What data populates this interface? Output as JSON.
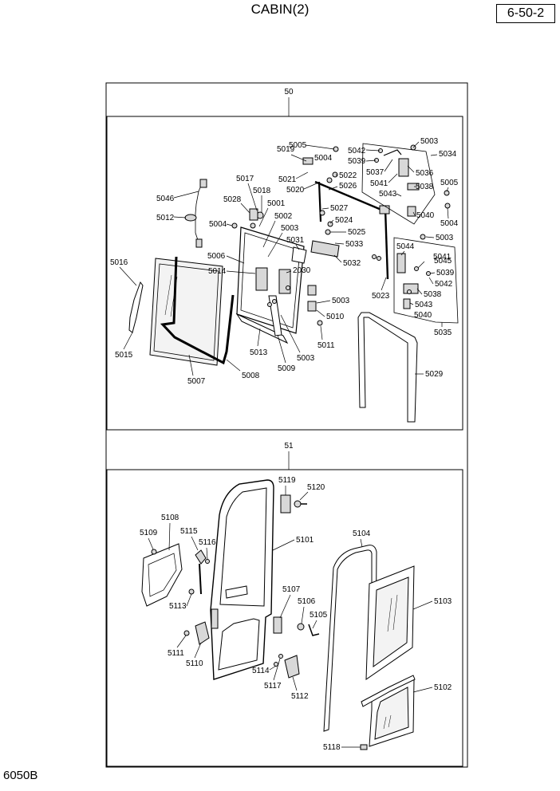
{
  "header": {
    "title": "CABIN(2)",
    "page_code": "6-50-2"
  },
  "footer": {
    "model_code": "6050B"
  },
  "assemblies": {
    "upper": "50",
    "lower": "51"
  },
  "labels": {
    "l5005a": "5005",
    "l5003a": "5003",
    "l5019": "5019",
    "l5042a": "5042",
    "l5034": "5034",
    "l5039a": "5039",
    "l5004a": "5004",
    "l5037": "5037",
    "l5036": "5036",
    "l5021": "5021",
    "l5022": "5022",
    "l5041a": "5041",
    "l5017": "5017",
    "l5020": "5020",
    "l5026": "5026",
    "l5038a": "5038",
    "l5005b": "5005",
    "l5018": "5018",
    "l5043a": "5043",
    "l5046": "5046",
    "l5028": "5028",
    "l5001": "5001",
    "l5027": "5027",
    "l5040a": "5040",
    "l5012": "5012",
    "l5002": "5002",
    "l5024": "5024",
    "l5004b": "5004",
    "l5004c": "5004",
    "l5003b": "5003",
    "l5025": "5025",
    "l5003c": "5003",
    "l5031": "5031",
    "l5033": "5033",
    "l5044": "5044",
    "l5006": "5006",
    "l5041b": "5041",
    "l5032": "5032",
    "l5045": "5045",
    "l5016": "5016",
    "l5039b": "5039",
    "l5014": "5014",
    "l2030": "2030",
    "l5042b": "5042",
    "l5038b": "5038",
    "l5003d": "5003",
    "l5023": "5023",
    "l5043b": "5043",
    "l5010": "5010",
    "l5040b": "5040",
    "l5035": "5035",
    "l5011": "5011",
    "l5013": "5013",
    "l5015": "5015",
    "l5003e": "5003",
    "l5009": "5009",
    "l5008": "5008",
    "l5029": "5029",
    "l5007": "5007",
    "l5119": "5119",
    "l5120": "5120",
    "l5108": "5108",
    "l5109": "5109",
    "l5115": "5115",
    "l5116": "5116",
    "l5104": "5104",
    "l5101": "5101",
    "l5103": "5103",
    "l5107": "5107",
    "l5113": "5113",
    "l5106": "5106",
    "l5105": "5105",
    "l5111": "5111",
    "l5110": "5110",
    "l5114": "5114",
    "l5117": "5117",
    "l5112": "5112",
    "l5102": "5102",
    "l5118": "5118"
  }
}
